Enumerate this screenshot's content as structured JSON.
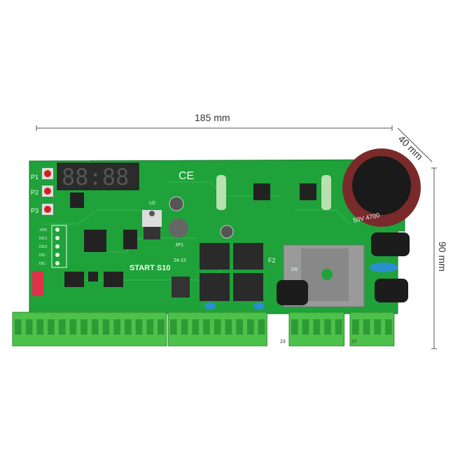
{
  "dimensions": {
    "length": "185 mm",
    "depth": "40 mm",
    "height": "90 mm"
  },
  "board": {
    "model_label": "START S10",
    "button_labels": [
      "P1",
      "P2",
      "P3"
    ],
    "display_text": "88:88",
    "jumper_label": "JP1",
    "jumper_options": "24-12",
    "regulator_label": "U2",
    "fuse_label": "F2",
    "diode_label": "D9",
    "terminal_numbers": [
      "23",
      "27"
    ],
    "capacitor_label": "50V 4700",
    "connector_pins": [
      "+DIC",
      "DIC1",
      "DIC2",
      "DIC-",
      "DIC-"
    ],
    "ce_mark": "CE"
  },
  "colors": {
    "pcb": "#1fa23a",
    "terminal": "#4cc24a",
    "capacitor": "#7a2a2a"
  }
}
